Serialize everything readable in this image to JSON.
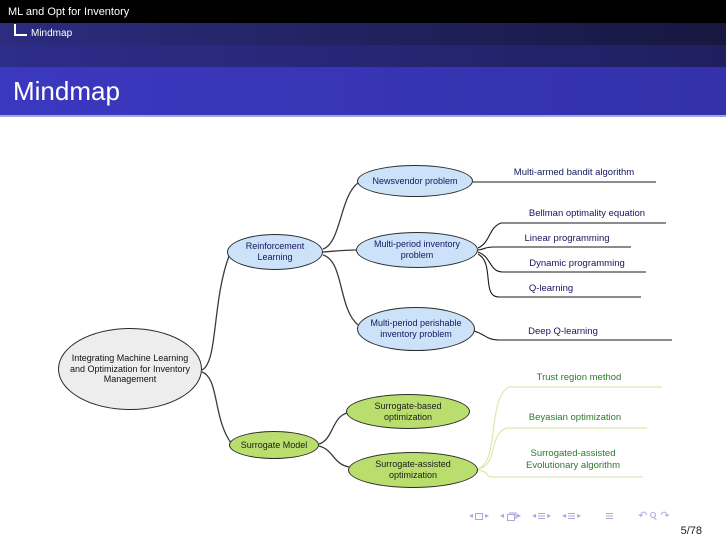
{
  "header": {
    "doc_title": "ML and Opt for Inventory",
    "breadcrumb": "Mindmap",
    "frame_title": "Mindmap"
  },
  "colors": {
    "title_bar_bg": "#000000",
    "section_bar_bg": "#2c2c80",
    "frame_title_bar_bg": "#3b38c0",
    "node_blue_fill": "#cbe2f8",
    "node_green_fill": "#bade6d",
    "node_root_fill": "#ededed",
    "leaf_blue_text": "#15155e",
    "leaf_green_text": "#2a7a2a",
    "green_link": "#dcead2",
    "dark_link": "#3b3b3b",
    "nav_icon": "#a9a9d9"
  },
  "mindmap": {
    "root": "Integrating Machine Learning and Optimization for Inventory Management",
    "branches": [
      {
        "label": "Reinforcement Learning",
        "children": [
          {
            "label": "Newsvendor problem",
            "leaves": [
              "Multi-armed bandit algorithm"
            ]
          },
          {
            "label": "Multi-period inventory problem",
            "leaves": [
              "Bellman optimality equation",
              "Linear programming",
              "Dynamic programming",
              "Q-learning"
            ]
          },
          {
            "label": "Multi-period perishable inventory problem",
            "leaves": [
              "Deep Q-learning"
            ]
          }
        ]
      },
      {
        "label": "Surrogate Model",
        "children": [
          {
            "label": "Surrogate-based optimization",
            "leaves": []
          },
          {
            "label": "Surrogate-assisted optimization",
            "leaves": [
              "Trust region method",
              "Beyasian optimization",
              "Surrogated-assisted Evolutionary algorithm"
            ]
          }
        ]
      }
    ]
  },
  "footer": {
    "page_number": "5/78",
    "nav": {
      "prev_glyph": "◂",
      "next_glyph": "▸",
      "back_glyph": "↶",
      "forward_glyph": "↷"
    }
  }
}
